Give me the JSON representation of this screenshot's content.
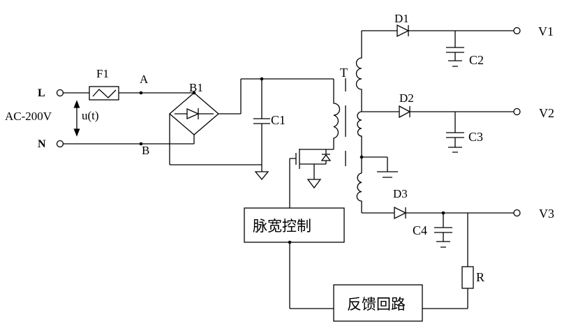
{
  "app": {
    "type": "switching-power-supply-schematic",
    "background_color": "#ffffff",
    "ink_color": "#000000"
  },
  "input": {
    "live_label": "L",
    "neutral_label": "N",
    "source_label": "AC-200V",
    "waveform_label": "u(t)",
    "fuse_label": "F1",
    "node_a_label": "A",
    "node_b_label": "B"
  },
  "rectifier": {
    "bridge_label": "B1",
    "filter_cap_label": "C1"
  },
  "transformer": {
    "label": "T"
  },
  "control": {
    "pwm_label": "脉宽控制",
    "feedback_label": "反馈回路"
  },
  "outputs": {
    "v1": {
      "diode": "D1",
      "cap": "C2",
      "terminal": "V1"
    },
    "v2": {
      "diode": "D2",
      "cap": "C3",
      "terminal": "V2"
    },
    "v3": {
      "diode": "D3",
      "cap": "C4",
      "terminal": "V3",
      "sense_resistor": "R"
    }
  }
}
